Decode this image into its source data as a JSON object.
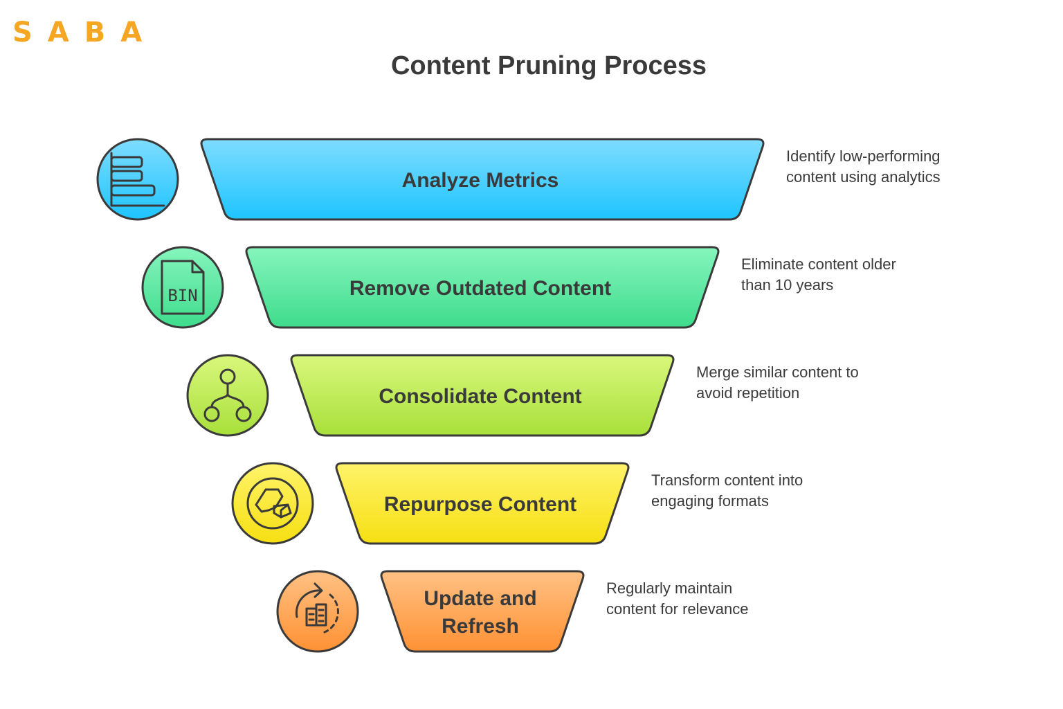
{
  "brand": {
    "name": "SABA",
    "color": "#f5a623"
  },
  "title": "Content Pruning Process",
  "stages": [
    {
      "label_lines": [
        "Analyze Metrics"
      ],
      "description_lines": [
        "Identify low-performing",
        "content using analytics"
      ],
      "icon": "bar-chart-icon",
      "color_top": "#7fdcff",
      "color_bottom": "#1ec4ff"
    },
    {
      "label_lines": [
        "Remove Outdated Content"
      ],
      "description_lines": [
        "Eliminate content older",
        "than 10 years"
      ],
      "icon": "bin-file-icon",
      "icon_text": "BIN",
      "color_top": "#86f5bd",
      "color_bottom": "#3fdc8c"
    },
    {
      "label_lines": [
        "Consolidate Content"
      ],
      "description_lines": [
        "Merge similar content to",
        "avoid repetition"
      ],
      "icon": "merge-nodes-icon",
      "color_top": "#d9f77c",
      "color_bottom": "#a8e03a"
    },
    {
      "label_lines": [
        "Repurpose Content"
      ],
      "description_lines": [
        "Transform content into",
        "engaging formats"
      ],
      "icon": "blocks-icon",
      "color_top": "#fff36a",
      "color_bottom": "#f6df12"
    },
    {
      "label_lines": [
        "Update and",
        "Refresh"
      ],
      "description_lines": [
        "Regularly maintain",
        "content for relevance"
      ],
      "icon": "refresh-building-icon",
      "color_top": "#ffc184",
      "color_bottom": "#ff9134"
    }
  ]
}
